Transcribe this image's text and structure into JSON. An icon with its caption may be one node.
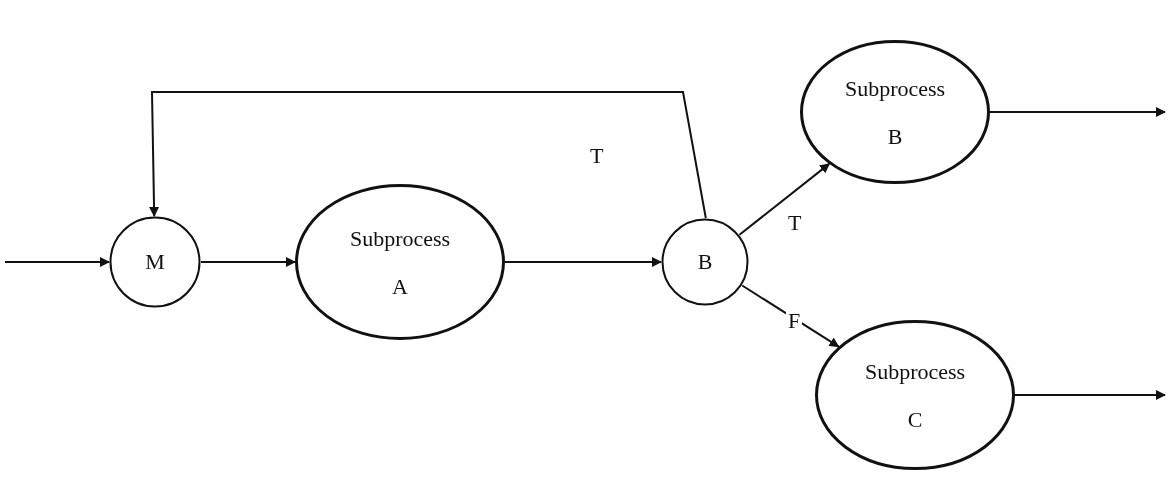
{
  "diagram": {
    "nodes": [
      {
        "text": [
          "M"
        ]
      },
      {
        "text": [
          "Subprocess",
          "A"
        ]
      },
      {
        "text": [
          "B"
        ]
      },
      {
        "text": [
          "Subprocess",
          "B"
        ]
      },
      {
        "text": [
          "Subprocess",
          "C"
        ]
      }
    ],
    "edges": [
      {
        "from": null,
        "to": 0,
        "arrow": "to"
      },
      {
        "from": 0,
        "to": 1,
        "arrow": "to"
      },
      {
        "from": 1,
        "to": 2,
        "arrow": "to"
      },
      {
        "from": 2,
        "to": 0,
        "arrow": "to"
      },
      {
        "from": 2,
        "to": 3,
        "label": "T",
        "arrow": "to"
      },
      {
        "from": 2,
        "to": 4,
        "label": "F",
        "arrow": "to"
      },
      {
        "from": 3,
        "to": null,
        "arrow": "to"
      },
      {
        "from": 4,
        "to": null,
        "arrow": "to"
      }
    ],
    "labels": [
      "T"
    ]
  }
}
